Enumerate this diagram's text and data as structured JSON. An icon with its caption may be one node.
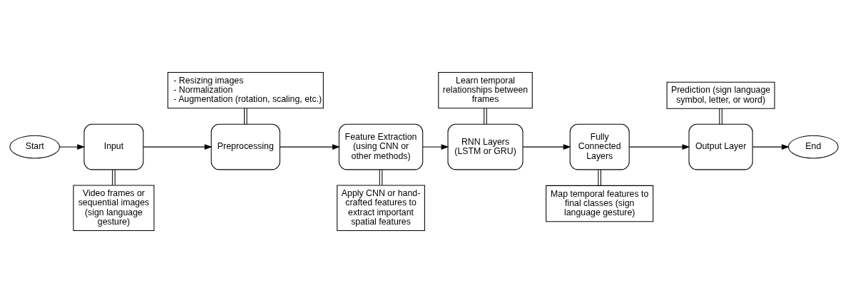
{
  "diagram": {
    "nodes": [
      {
        "text": [
          "Start"
        ]
      },
      {
        "text": [
          "Input"
        ]
      },
      {
        "text": [
          "Preprocessing"
        ]
      },
      {
        "text": [
          "Feature Extraction (using CNN or other methods)"
        ]
      },
      {
        "text": [
          "RNN Layers (LSTM or GRU)"
        ]
      },
      {
        "text": [
          "Fully Connected Layers"
        ]
      },
      {
        "text": [
          "Output Layer"
        ]
      },
      {
        "text": [
          "End"
        ]
      },
      {
        "text": [
          "- Resizing images",
          "- Normalization",
          "- Augmentation (rotation, scaling, etc.)"
        ]
      },
      {
        "text": [
          "Video frames or sequential images (sign language gesture)"
        ]
      },
      {
        "text": [
          "Apply CNN or hand-crafted features to extract important spatial features"
        ]
      },
      {
        "text": [
          "Learn temporal relationships between frames"
        ]
      },
      {
        "text": [
          "Map temporal features to final classes (sign language gesture)"
        ]
      },
      {
        "text": [
          "Prediction (sign language symbol, letter, or word)"
        ]
      }
    ],
    "edges": [
      {
        "from": 0,
        "to": 1,
        "arrow": "to"
      },
      {
        "from": 1,
        "to": 2,
        "arrow": "to"
      },
      {
        "from": 2,
        "to": 3,
        "arrow": "to"
      },
      {
        "from": 3,
        "to": 4,
        "arrow": "to"
      },
      {
        "from": 4,
        "to": 5,
        "arrow": "to"
      },
      {
        "from": 5,
        "to": 6,
        "arrow": "to"
      },
      {
        "from": 6,
        "to": 7,
        "arrow": "to"
      },
      {
        "from": 8,
        "to": 2,
        "arrow": "none"
      },
      {
        "from": 1,
        "to": 9,
        "arrow": "none"
      },
      {
        "from": 3,
        "to": 10,
        "arrow": "none"
      },
      {
        "from": 11,
        "to": 4,
        "arrow": "none"
      },
      {
        "from": 5,
        "to": 12,
        "arrow": "none"
      },
      {
        "from": 13,
        "to": 6,
        "arrow": "none"
      }
    ]
  }
}
